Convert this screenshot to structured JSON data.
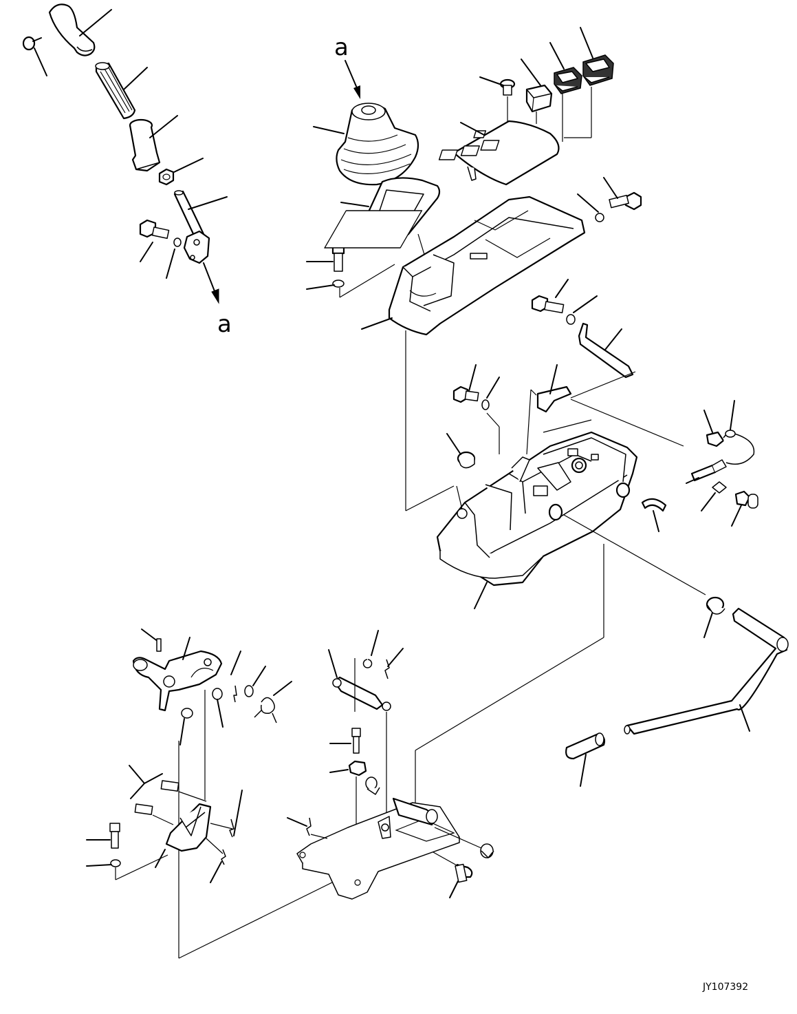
{
  "reference_letters": {
    "top": "a",
    "bottom": "a"
  },
  "drawing_code": "JY107392"
}
